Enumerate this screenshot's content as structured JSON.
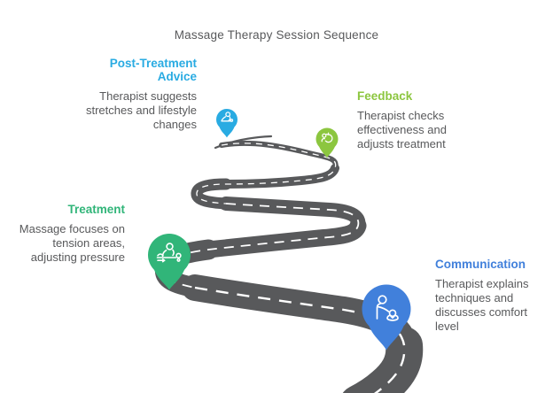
{
  "title": "Massage Therapy Session Sequence",
  "colors": {
    "background": "#ffffff",
    "road": "#58595B",
    "road_dash": "#ffffff",
    "text": "#58595B"
  },
  "steps": [
    {
      "id": "communication",
      "label": "Communication",
      "description": "Therapist explains techniques and discusses comfort level",
      "color": "#4180DB",
      "icon": "conversation-icon"
    },
    {
      "id": "treatment",
      "label": "Treatment",
      "description": "Massage focuses on tension areas, adjusting pressure",
      "color": "#31B579",
      "icon": "massage-table-icon"
    },
    {
      "id": "feedback",
      "label": "Feedback",
      "description": "Therapist checks effectiveness and adjusts treatment",
      "color": "#8CC63F",
      "icon": "adjustment-icon"
    },
    {
      "id": "post_treatment",
      "label": "Post-Treatment Advice",
      "description": "Therapist suggests stretches and lifestyle changes",
      "color": "#29ABE2",
      "icon": "stretch-icon"
    }
  ]
}
